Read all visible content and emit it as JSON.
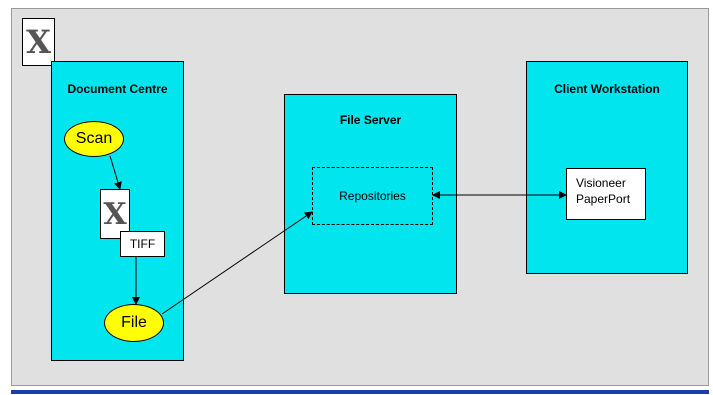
{
  "panels": {
    "document_centre": {
      "title": "Document Centre"
    },
    "file_server": {
      "title": "File Server"
    },
    "client_workstation": {
      "title": "Client Workstation"
    }
  },
  "nodes": {
    "scan": "Scan",
    "tiff": "TIFF",
    "file": "File",
    "repositories": "Repositories",
    "paperport_line1": "Visioneer",
    "paperport_line2": "PaperPort"
  },
  "icons": {
    "logo": "x-document-icon",
    "tiff_doc": "x-document-icon"
  },
  "colors": {
    "panel_fill": "#00e5ee",
    "ellipse_fill": "#ffff00",
    "background": "#e0e0e0",
    "accent_line": "#1c3fae"
  }
}
